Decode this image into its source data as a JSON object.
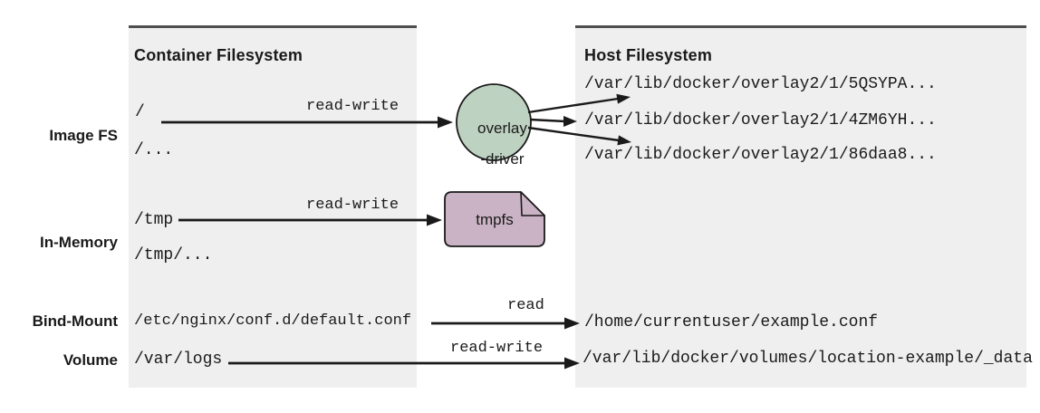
{
  "diagram": {
    "row_labels": {
      "image_fs": "Image FS",
      "in_memory": "In-Memory",
      "bind_mount": "Bind-Mount",
      "volume": "Volume"
    },
    "container_panel": {
      "title": "Container Filesystem",
      "image_fs_root": "/",
      "image_fs_more": "/...",
      "image_fs_arrow_label": "read-write",
      "tmp_path": "/tmp",
      "tmp_more": "/tmp/...",
      "tmp_arrow_label": "read-write",
      "bind_mount_path": "/etc/nginx/conf.d/default.conf",
      "bind_mount_arrow_label": "read",
      "volume_path": "/var/logs",
      "volume_arrow_label": "read-write"
    },
    "host_panel": {
      "title": "Host Filesystem",
      "overlay_layer_paths": [
        "/var/lib/docker/overlay2/1/5QSYPA...",
        "/var/lib/docker/overlay2/1/4ZM6YH...",
        "/var/lib/docker/overlay2/1/86daa8..."
      ],
      "bind_mount_target": "/home/currentuser/example.conf",
      "volume_target": "/var/lib/docker/volumes/location-example/_data"
    },
    "nodes": {
      "overlay_driver_line1": "overlay",
      "overlay_driver_line2": "-driver",
      "tmpfs_label": "tmpfs"
    },
    "colors": {
      "panel_fill": "#efefef",
      "panel_top_border": "#4e4e4e",
      "overlay_driver_fill": "#bed2c1",
      "tmpfs_fill": "#c9b3c4",
      "arrow": "#1a1a1a"
    }
  }
}
